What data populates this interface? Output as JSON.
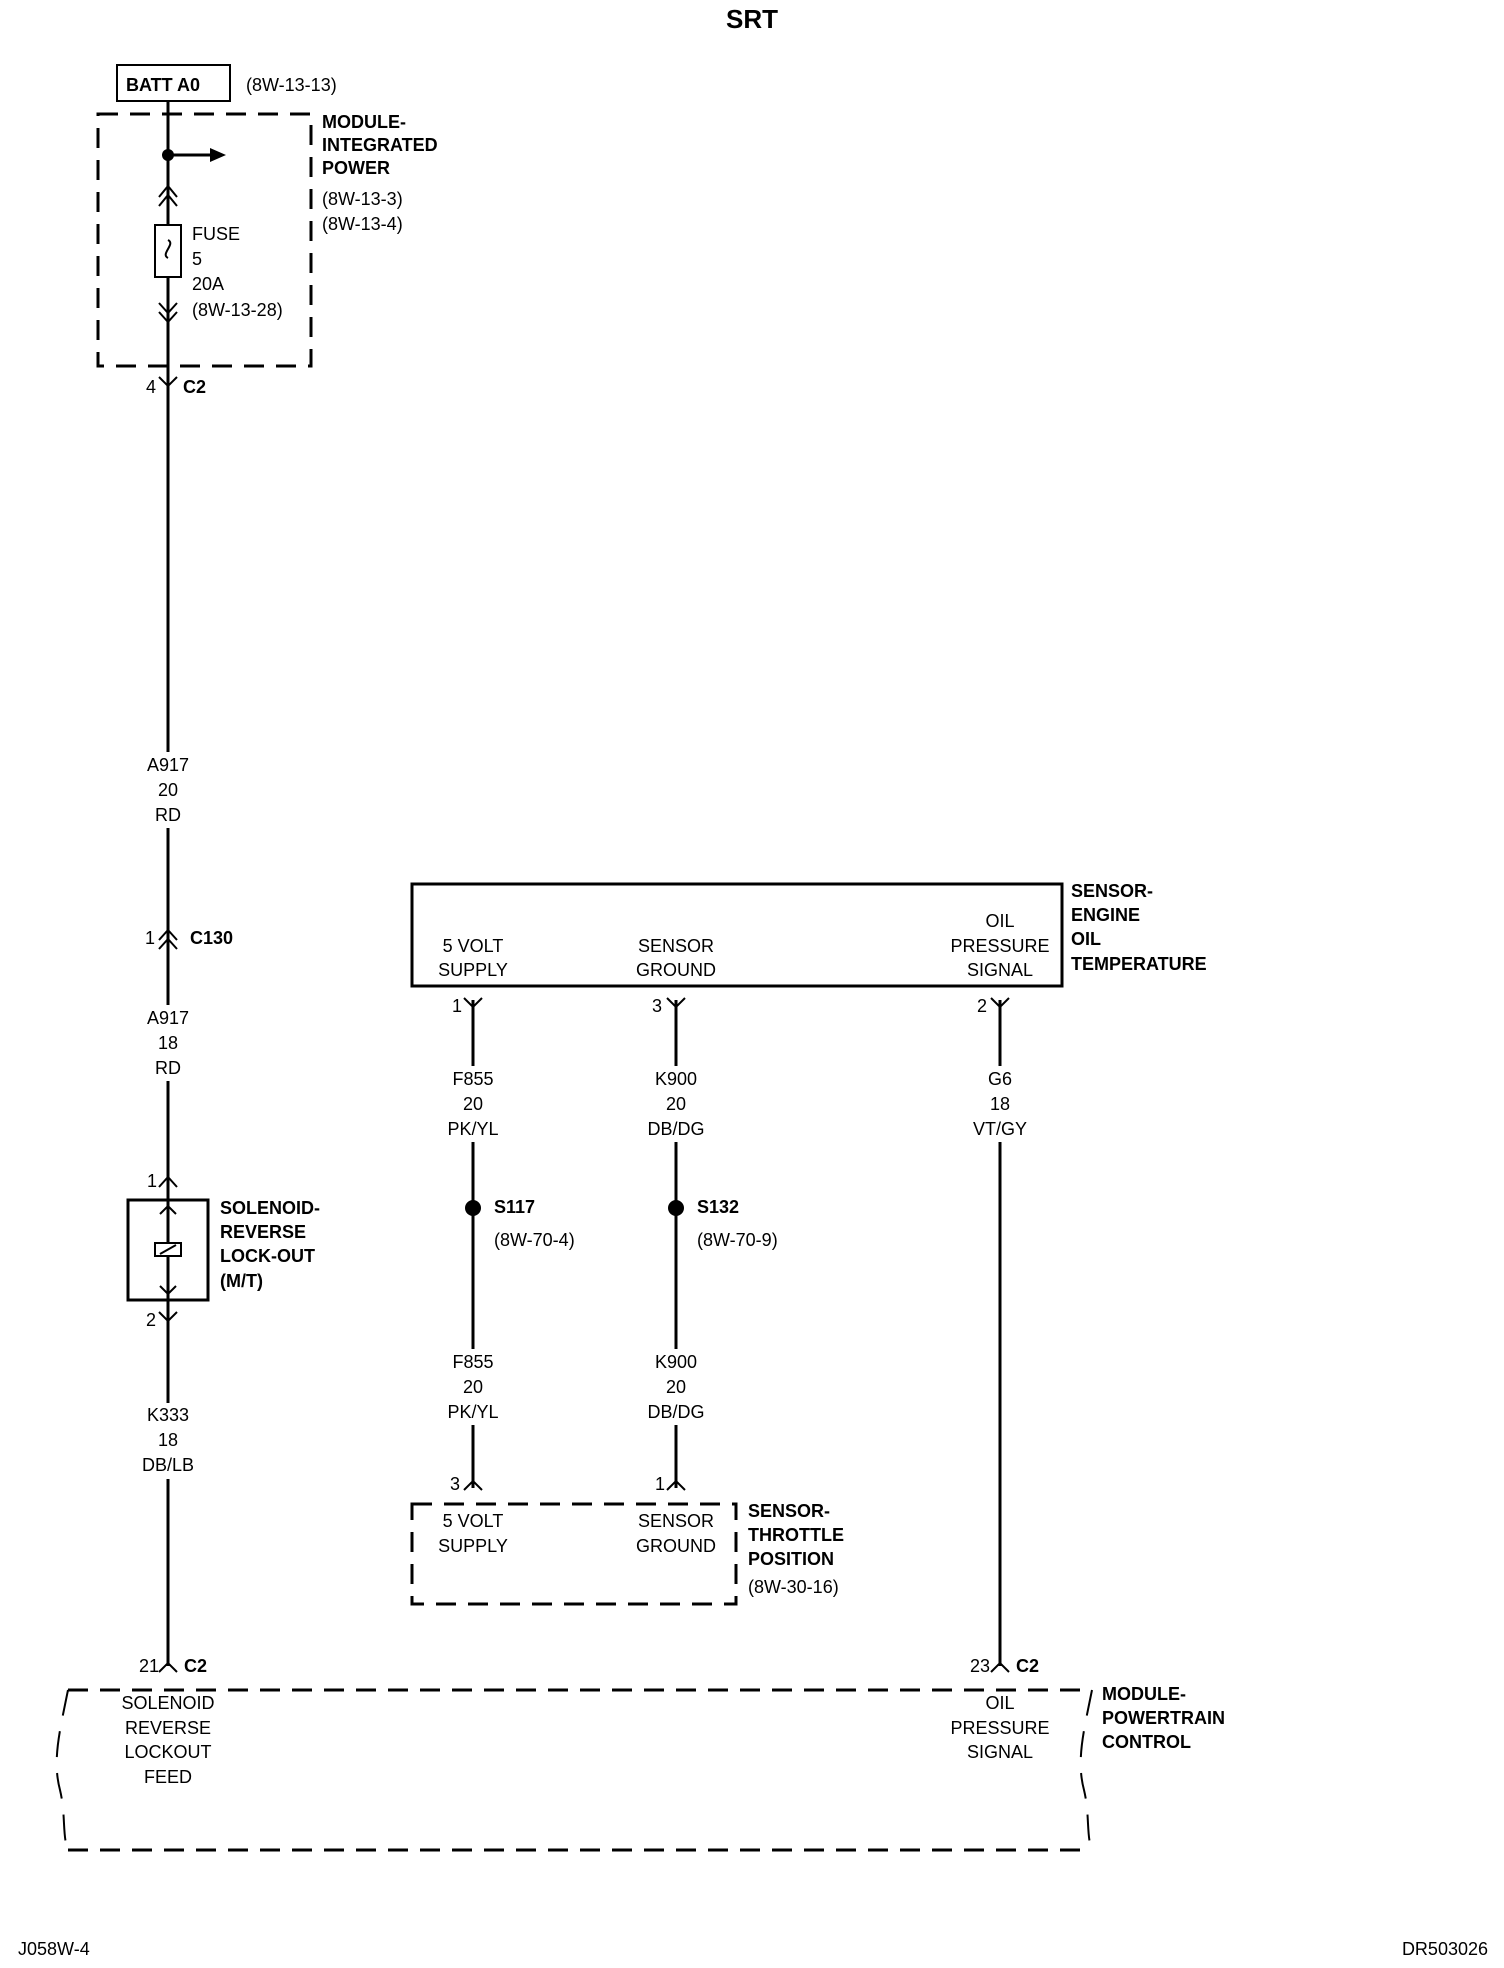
{
  "title": "SRT",
  "footer": {
    "left": "J058W-4",
    "right": "DR503026"
  },
  "batt": {
    "label": "BATT A0",
    "ref": "(8W-13-13)"
  },
  "ipm": {
    "name": [
      "MODULE-",
      "INTEGRATED",
      "POWER"
    ],
    "refs": [
      "(8W-13-3)",
      "(8W-13-4)"
    ],
    "fuse": [
      "FUSE",
      "5",
      "20A",
      "(8W-13-28)"
    ],
    "connector": {
      "pin": "4",
      "name": "C2"
    }
  },
  "wire_a917_upper": [
    "A917",
    "20",
    "RD"
  ],
  "c130": {
    "pin": "1",
    "name": "C130"
  },
  "wire_a917_lower": [
    "A917",
    "18",
    "RD"
  ],
  "solenoid": {
    "pin_top": "1",
    "pin_bottom": "2",
    "name": [
      "SOLENOID-",
      "REVERSE",
      "LOCK-OUT",
      "(M/T)"
    ]
  },
  "wire_k333": [
    "K333",
    "18",
    "DB/LB"
  ],
  "eot_sensor": {
    "name": [
      "SENSOR-",
      "ENGINE",
      "OIL",
      "TEMPERATURE"
    ],
    "term_5v": [
      "5 VOLT",
      "SUPPLY"
    ],
    "term_gnd": [
      "SENSOR",
      "GROUND"
    ],
    "term_sig": [
      "OIL",
      "PRESSURE",
      "SIGNAL"
    ],
    "pins": {
      "supply": "1",
      "ground": "3",
      "signal": "2"
    }
  },
  "wire_f855_upper": [
    "F855",
    "20",
    "PK/YL"
  ],
  "wire_k900_upper": [
    "K900",
    "20",
    "DB/DG"
  ],
  "wire_g6": [
    "G6",
    "18",
    "VT/GY"
  ],
  "splice_s117": {
    "name": "S117",
    "ref": "(8W-70-4)"
  },
  "splice_s132": {
    "name": "S132",
    "ref": "(8W-70-9)"
  },
  "wire_f855_lower": [
    "F855",
    "20",
    "PK/YL"
  ],
  "wire_k900_lower": [
    "K900",
    "20",
    "DB/DG"
  ],
  "tps_sensor": {
    "name": [
      "SENSOR-",
      "THROTTLE",
      "POSITION"
    ],
    "ref": "(8W-30-16)",
    "term_5v": [
      "5 VOLT",
      "SUPPLY"
    ],
    "term_gnd": [
      "SENSOR",
      "GROUND"
    ],
    "pins": {
      "supply": "3",
      "ground": "1"
    }
  },
  "pcm": {
    "name": [
      "MODULE-",
      "POWERTRAIN",
      "CONTROL"
    ],
    "left_conn": {
      "pin": "21",
      "name": "C2"
    },
    "right_conn": {
      "pin": "23",
      "name": "C2"
    },
    "term_left": [
      "SOLENOID",
      "REVERSE",
      "LOCKOUT",
      "FEED"
    ],
    "term_right": [
      "OIL",
      "PRESSURE",
      "SIGNAL"
    ]
  }
}
